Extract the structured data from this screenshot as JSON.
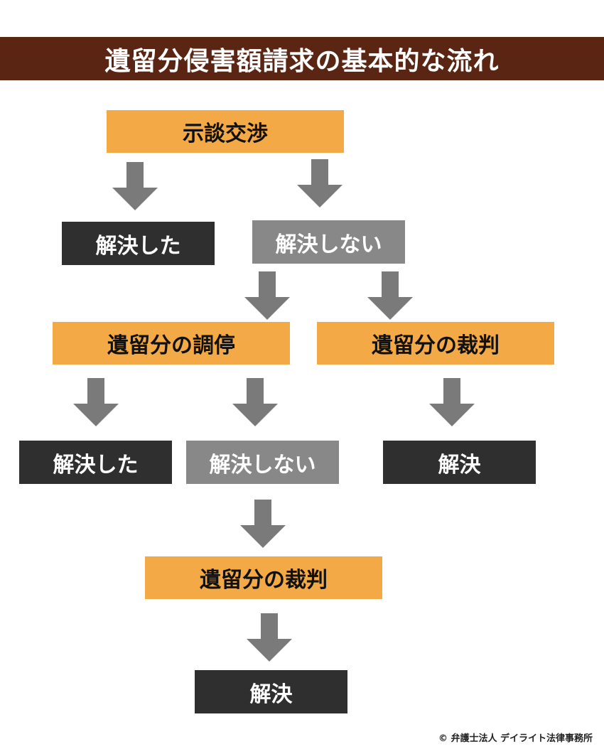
{
  "title": "遺留分侵害額請求の基本的な流れ",
  "nodes": {
    "negotiation": "示談交渉",
    "resolved_1": "解決した",
    "unresolved_1": "解決しない",
    "mediation": "遺留分の調停",
    "trial_1": "遺留分の裁判",
    "resolved_2": "解決した",
    "unresolved_2": "解決しない",
    "resolution_1": "解決",
    "trial_2": "遺留分の裁判",
    "resolution_2": "解決"
  },
  "copyright": "© 弁護士法人 デイライト法律事務所",
  "colors": {
    "title_bar": "#5a2613",
    "process_box": "#f3aa46",
    "outcome_box": "#2f2f2f",
    "continue_box": "#888888",
    "arrow": "#7a7a7a"
  }
}
